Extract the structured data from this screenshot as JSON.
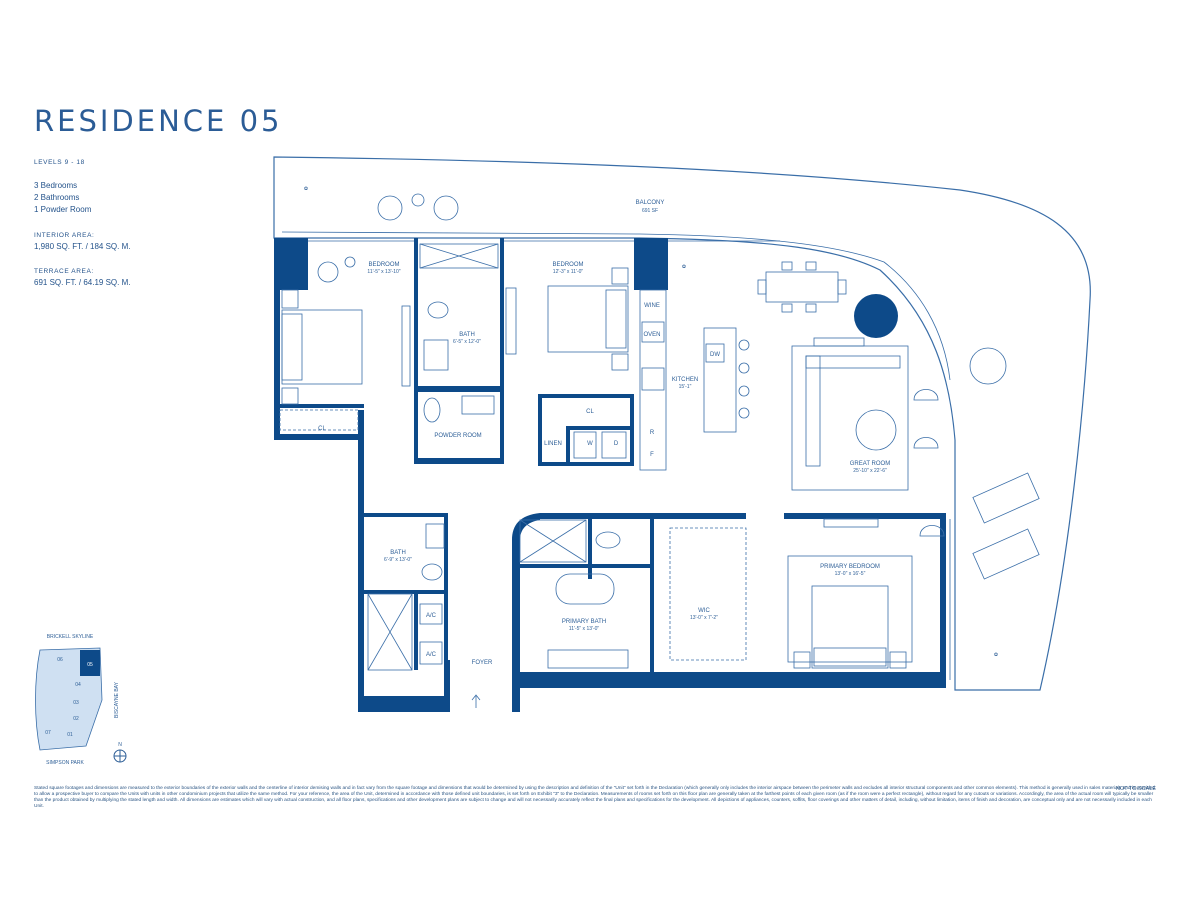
{
  "title": "RESIDENCE 05",
  "levels": "LEVELS 9 - 18",
  "rooms_summary": [
    "3 Bedrooms",
    "2 Bathrooms",
    "1 Powder Room"
  ],
  "interior_area_label": "INTERIOR AREA:",
  "interior_area_value": "1,980 SQ. FT. / 184 SQ. M.",
  "terrace_area_label": "TERRACE AREA:",
  "terrace_area_value": "691 SQ. FT. / 64.19 SQ. M.",
  "rooms": {
    "balcony": {
      "name": "BALCONY",
      "dim": "691 SF"
    },
    "bedroom1": {
      "name": "BEDROOM",
      "dim": "11'-5\" x 13'-10\""
    },
    "bath1": {
      "name": "BATH",
      "dim": "6'-5\" x 12'-0\""
    },
    "bedroom2": {
      "name": "BEDROOM",
      "dim": "12'-3\" x 11'-0\""
    },
    "wine": "WINE",
    "oven": "OVEN",
    "dw": "DW",
    "kitchen": {
      "name": "KITCHEN",
      "dim": "15'-1\""
    },
    "great_room": {
      "name": "GREAT ROOM",
      "dim": "25'-10\" x 22'-6\""
    },
    "cl_bedroom1": "CL",
    "cl_hall": "CL",
    "powder_room": "POWDER ROOM",
    "linen": "LINEN",
    "washer": "W",
    "dryer": "D",
    "fridge_r": "R",
    "freezer_f": "F",
    "bath2": {
      "name": "BATH",
      "dim": "6'-9\" x 13'-0\""
    },
    "ac1": "A/C",
    "ac2": "A/C",
    "foyer": "FOYER",
    "primary_bath": {
      "name": "PRIMARY BATH",
      "dim": "11'-5\" x 13'-0\""
    },
    "wic": {
      "name": "WIC",
      "dim": "13'-0\" x 7'-2\""
    },
    "primary_bedroom": {
      "name": "PRIMARY BEDROOM",
      "dim": "13'-0\" x 16'-5\""
    }
  },
  "keyplan": {
    "top_label": "BRICKELL SKYLINE",
    "side_label": "BISCAYNE BAY",
    "bottom_label": "SIMPSON PARK",
    "north": "N",
    "units": [
      "06",
      "05",
      "04",
      "03",
      "02",
      "01",
      "07"
    ]
  },
  "not_to_scale": "NOT TO SCALE",
  "disclaimer": "Stated square footages and dimensions are measured to the exterior boundaries of the exterior walls and the centerline of interior demising walls and in fact vary from the square footage and dimensions that would be determined by using the description and definition of the \"Unit\" set forth in the Declaration (which generally only includes the interior airspace between the perimeter walls and excludes all interior structural components and other common elements). This method is generally used in sales materials and is provided to allow a prospective buyer to compare the Units with units in other condominium projects that utilize the same method. For your reference, the area of the Unit, determined in accordance with those defined unit boundaries, is set forth on Exhibit \"3\" to the Declaration. Measurements of rooms set forth on this floor plan are generally taken at the farthest points of each given room (as if the room were a perfect rectangle), without regard for any cutouts or variations. Accordingly, the area of the actual room will typically be smaller than the product obtained by multiplying the stated length and width. All dimensions are estimates which will vary with actual construction, and all floor plans, specifications and other development plans are subject to change and will not necessarily accurately reflect the final plans and specifications for the development. All depictions of appliances, counters, soffits, floor coverings and other matters of detail, including, without limitation, items of finish and decoration, are conceptual only and are not necessarily included in each Unit."
}
